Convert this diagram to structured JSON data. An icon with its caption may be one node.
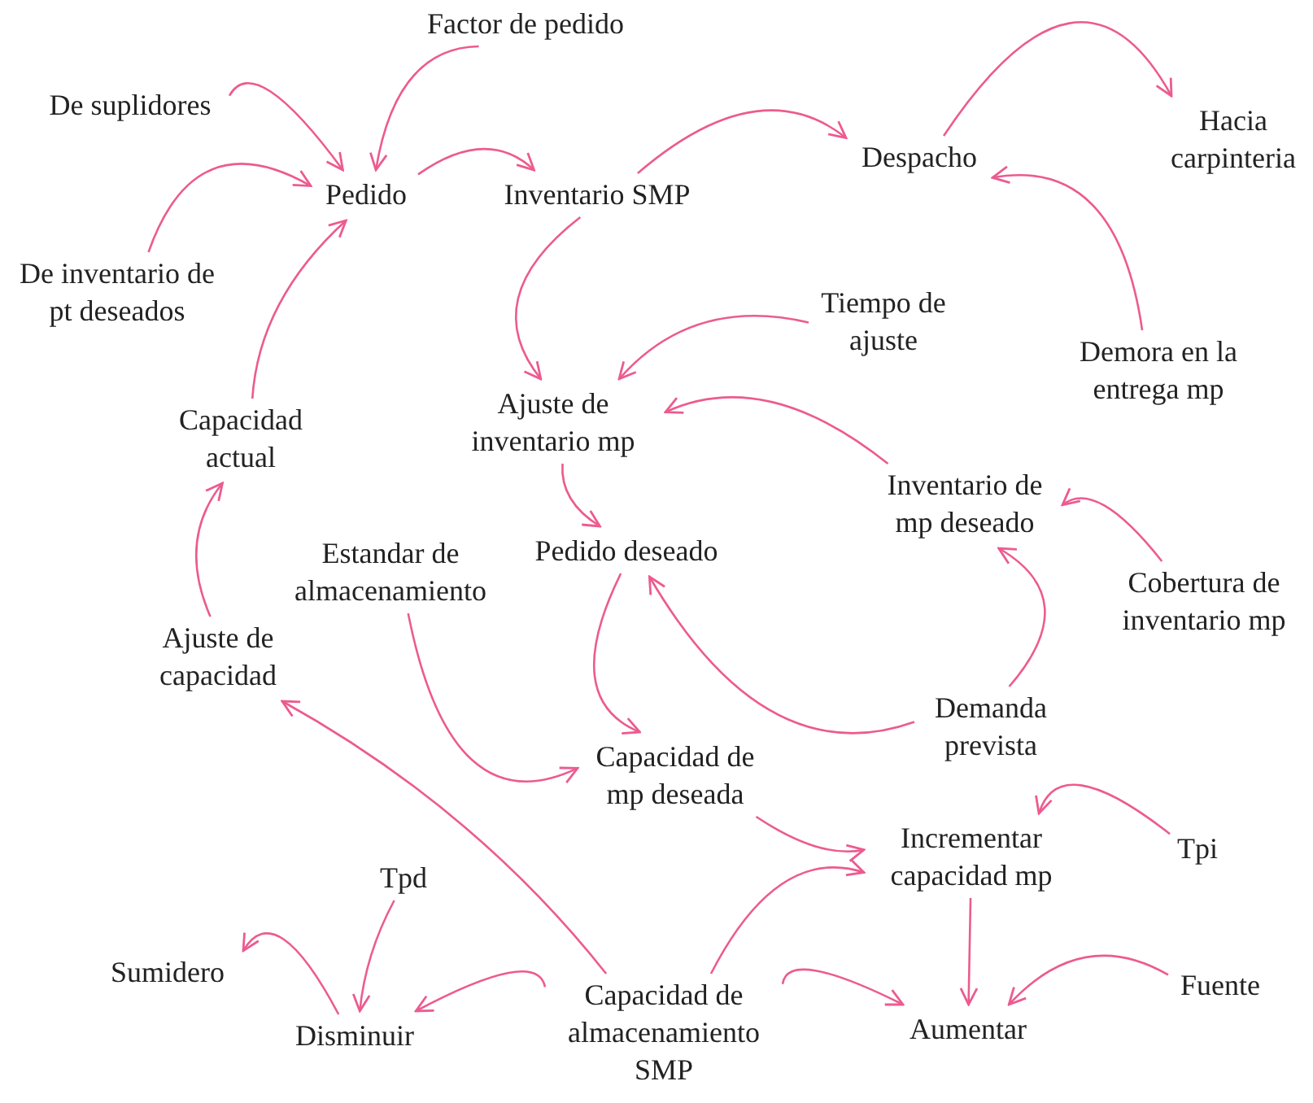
{
  "diagram": {
    "nodes": [
      {
        "text": [
          "Factor de pedido"
        ]
      },
      {
        "text": [
          "De suplidores"
        ]
      },
      {
        "text": [
          "Pedido"
        ]
      },
      {
        "text": [
          "Inventario SMP"
        ]
      },
      {
        "text": [
          "Despacho"
        ]
      },
      {
        "text": [
          "Hacia carpinteria"
        ]
      },
      {
        "text": [
          "De inventario de pt deseados"
        ]
      },
      {
        "text": [
          "Tiempo de ajuste"
        ]
      },
      {
        "text": [
          "Demora en la entrega mp"
        ]
      },
      {
        "text": [
          "Ajuste de inventario mp"
        ]
      },
      {
        "text": [
          "Capacidad actual"
        ]
      },
      {
        "text": [
          "Inventario de mp deseado"
        ]
      },
      {
        "text": [
          "Estandar de almacenamiento"
        ]
      },
      {
        "text": [
          "Pedido deseado"
        ]
      },
      {
        "text": [
          "Cobertura de inventario mp"
        ]
      },
      {
        "text": [
          "Ajuste de capacidad"
        ]
      },
      {
        "text": [
          "Demanda prevista"
        ]
      },
      {
        "text": [
          "Capacidad de mp deseada"
        ]
      },
      {
        "text": [
          "Incrementar capacidad mp"
        ]
      },
      {
        "text": [
          "Tpi"
        ]
      },
      {
        "text": [
          "Tpd"
        ]
      },
      {
        "text": [
          "Sumidero"
        ]
      },
      {
        "text": [
          "Disminuir"
        ]
      },
      {
        "text": [
          "Capacidad de almacenamiento SMP"
        ]
      },
      {
        "text": [
          "Aumentar"
        ]
      },
      {
        "text": [
          "Fuente"
        ]
      }
    ],
    "edges": [
      {
        "from": 1,
        "to": 2,
        "arrow": "to"
      },
      {
        "from": 0,
        "to": 2,
        "arrow": "to"
      },
      {
        "from": 6,
        "to": 2,
        "arrow": "to"
      },
      {
        "from": 10,
        "to": 2,
        "arrow": "to"
      },
      {
        "from": 2,
        "to": 3,
        "arrow": "to"
      },
      {
        "from": 3,
        "to": 4,
        "arrow": "to"
      },
      {
        "from": 4,
        "to": 5,
        "arrow": "to"
      },
      {
        "from": 8,
        "to": 4,
        "arrow": "to"
      },
      {
        "from": 3,
        "to": 9,
        "arrow": "to"
      },
      {
        "from": 7,
        "to": 9,
        "arrow": "to"
      },
      {
        "from": 11,
        "to": 9,
        "arrow": "to"
      },
      {
        "from": 9,
        "to": 13,
        "arrow": "to"
      },
      {
        "from": 15,
        "to": 10,
        "arrow": "to"
      },
      {
        "from": 16,
        "to": 13,
        "arrow": "to"
      },
      {
        "from": 16,
        "to": 11,
        "arrow": "to"
      },
      {
        "from": 14,
        "to": 11,
        "arrow": "to"
      },
      {
        "from": 13,
        "to": 17,
        "arrow": "to"
      },
      {
        "from": 12,
        "to": 17,
        "arrow": "to"
      },
      {
        "from": 17,
        "to": 18,
        "arrow": "to"
      },
      {
        "from": 23,
        "to": 18,
        "arrow": "to"
      },
      {
        "from": 19,
        "to": 18,
        "arrow": "to"
      },
      {
        "from": 18,
        "to": 24,
        "arrow": "to"
      },
      {
        "from": 23,
        "to": 24,
        "arrow": "to"
      },
      {
        "from": 25,
        "to": 24,
        "arrow": "to"
      },
      {
        "from": 23,
        "to": 15,
        "arrow": "to"
      },
      {
        "from": 20,
        "to": 22,
        "arrow": "to"
      },
      {
        "from": 23,
        "to": 22,
        "arrow": "to"
      },
      {
        "from": 22,
        "to": 21,
        "arrow": "to"
      }
    ]
  }
}
